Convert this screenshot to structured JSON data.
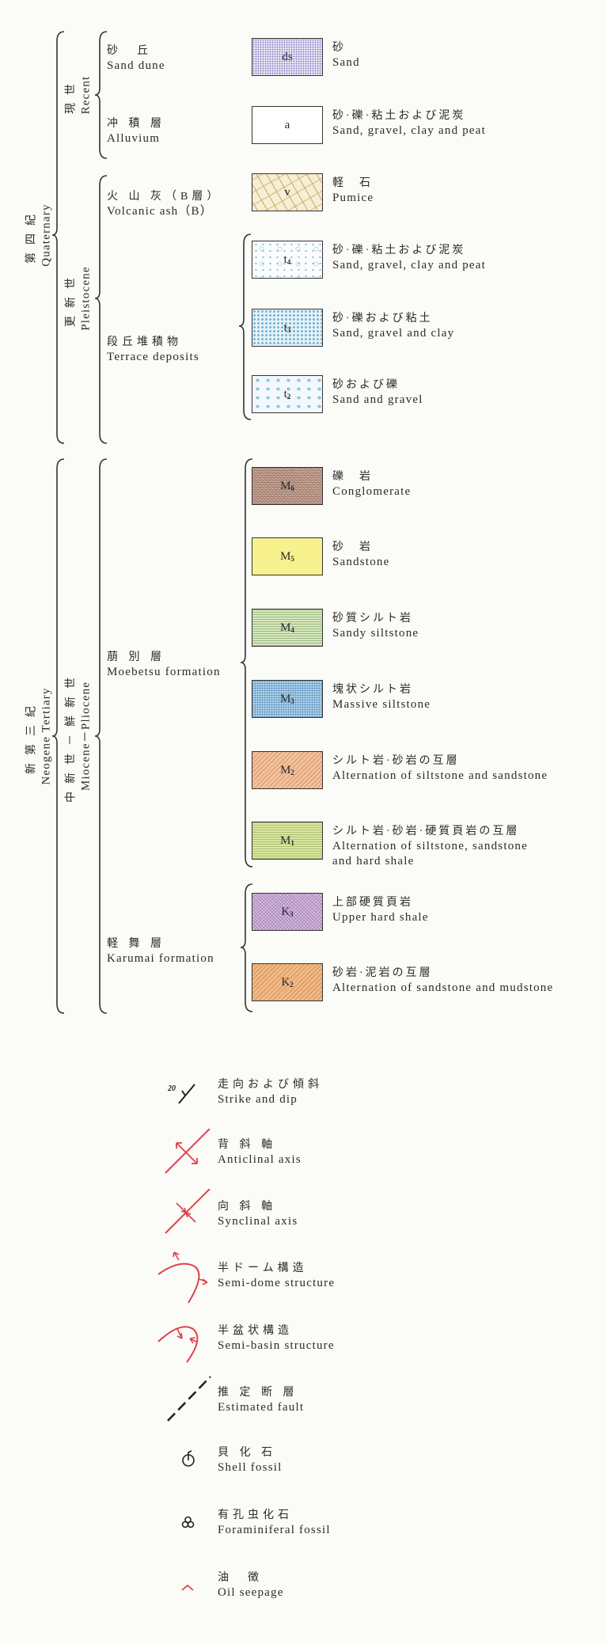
{
  "periods": [
    {
      "jp": "第四紀",
      "en": "Quaternary"
    },
    {
      "jp": "新第三紀",
      "en": "Neogene Tertiary"
    }
  ],
  "epochs": [
    {
      "jp": "現世",
      "en": "Recent"
    },
    {
      "jp": "更新世",
      "en": "Pleistocene"
    },
    {
      "jp": "中新世－鮮新世",
      "en": "Miocene－Pliocene"
    }
  ],
  "formations": [
    {
      "jp": "砂　丘",
      "en": "Sand dune"
    },
    {
      "jp": "冲 積 層",
      "en": "Alluvium"
    },
    {
      "jp": "火 山 灰（B層）",
      "en": "Volcanic ash（B）"
    },
    {
      "jp": "段丘堆積物",
      "en": "Terrace deposits"
    },
    {
      "jp": "萠 別 層",
      "en": "Moebetsu formation"
    },
    {
      "jp": "軽 舞 層",
      "en": "Karumai formation"
    }
  ],
  "units": [
    {
      "code": "ds",
      "sub": "",
      "pattern": "ds",
      "jp": "砂",
      "en": [
        "Sand"
      ]
    },
    {
      "code": "a",
      "sub": "",
      "pattern": "a",
      "jp": "砂·礫·粘土および泥炭",
      "en": [
        "Sand, gravel, clay and peat"
      ]
    },
    {
      "code": "v",
      "sub": "",
      "pattern": "v",
      "jp": "軽　石",
      "en": [
        "Pumice"
      ]
    },
    {
      "code": "t",
      "sub": "4",
      "pattern": "t4",
      "jp": "砂·礫·粘土および泥炭",
      "en": [
        "Sand, gravel, clay and peat"
      ]
    },
    {
      "code": "t",
      "sub": "3",
      "pattern": "t3",
      "jp": "砂·礫および粘土",
      "en": [
        "Sand, gravel and clay"
      ]
    },
    {
      "code": "t",
      "sub": "2",
      "pattern": "t2",
      "jp": "砂および礫",
      "en": [
        "Sand and gravel"
      ]
    },
    {
      "code": "M",
      "sub": "6",
      "pattern": "M6",
      "jp": "礫　岩",
      "en": [
        "Conglomerate"
      ]
    },
    {
      "code": "M",
      "sub": "5",
      "pattern": "M5",
      "jp": "砂　岩",
      "en": [
        "Sandstone"
      ]
    },
    {
      "code": "M",
      "sub": "4",
      "pattern": "M4",
      "jp": "砂質シルト岩",
      "en": [
        "Sandy siltstone"
      ]
    },
    {
      "code": "M",
      "sub": "3",
      "pattern": "M3",
      "jp": "塊状シルト岩",
      "en": [
        "Massive siltstone"
      ]
    },
    {
      "code": "M",
      "sub": "2",
      "pattern": "M2",
      "jp": "シルト岩·砂岩の互層",
      "en": [
        "Alternation of siltstone and sandstone"
      ]
    },
    {
      "code": "M",
      "sub": "1",
      "pattern": "M1",
      "jp": "シルト岩·砂岩·硬質頁岩の互層",
      "en": [
        "Alternation of siltstone, sandstone",
        "and hard shale"
      ]
    },
    {
      "code": "K",
      "sub": "3",
      "pattern": "K3",
      "jp": "上部硬質頁岩",
      "en": [
        "Upper hard shale"
      ]
    },
    {
      "code": "K",
      "sub": "2",
      "pattern": "K2",
      "jp": "砂岩·泥岩の互層",
      "en": [
        "Alternation of sandstone and mudstone"
      ]
    }
  ],
  "symbols": [
    {
      "icon": "strike-dip-icon",
      "value": "20",
      "jp": "走向および傾斜",
      "en": "Strike and dip",
      "color": "#222222"
    },
    {
      "icon": "anticline-icon",
      "jp": "背 斜 軸",
      "en": "Anticlinal axis",
      "color": "#e0404a"
    },
    {
      "icon": "syncline-icon",
      "jp": "向 斜 軸",
      "en": "Synclinal axis",
      "color": "#e0404a"
    },
    {
      "icon": "semi-dome-icon",
      "jp": "半ドーム構造",
      "en": "Semi-dome structure",
      "color": "#e0404a"
    },
    {
      "icon": "semi-basin-icon",
      "jp": "半盆状構造",
      "en": "Semi-basin structure",
      "color": "#e0404a"
    },
    {
      "icon": "fault-icon",
      "jp": "推 定 断 層",
      "en": "Estimated fault",
      "color": "#222222"
    },
    {
      "icon": "shell-fossil-icon",
      "jp": "貝 化 石",
      "en": "Shell fossil",
      "color": "#222222"
    },
    {
      "icon": "foraminifera-icon",
      "jp": "有孔虫化石",
      "en": "Foraminiferal fossil",
      "color": "#222222"
    },
    {
      "icon": "oil-seepage-icon",
      "jp": "油　徴",
      "en": "Oil seepage",
      "color": "#e0404a"
    }
  ]
}
